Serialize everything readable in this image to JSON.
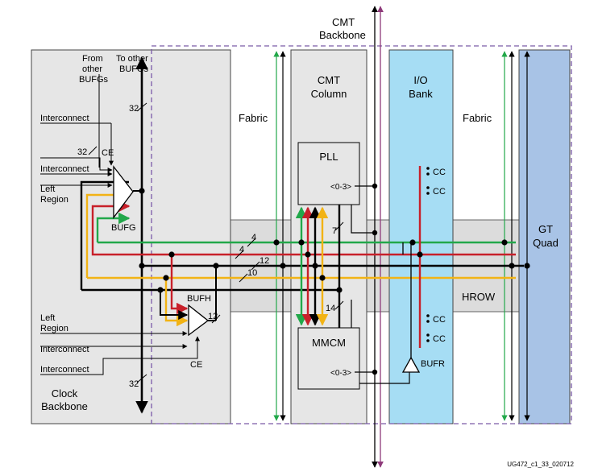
{
  "colors": {
    "panel_gray": "#e6e6e6",
    "panel_stroke": "#444444",
    "io_blue": "#a6ddf4",
    "gt_blue": "#a8c3e6",
    "hrow_gray": "#dcdcdc",
    "dash_purple": "#7a5aa8",
    "green": "#22a84a",
    "red": "#c8202a",
    "yellow": "#f2b315",
    "black": "#000000",
    "backbone_purple": "#8e3a7a"
  },
  "labels": {
    "cmt_backbone_line1": "CMT",
    "cmt_backbone_line2": "Backbone",
    "from_other_bufgs": [
      "From",
      "other",
      "BUFGs"
    ],
    "to_other_bufgs": [
      "To other",
      "BUFGs"
    ],
    "interconnect": "Interconnect",
    "left_region": [
      "Left",
      "Region"
    ],
    "ce": "CE",
    "bufg": "BUFG",
    "bufh": "BUFH",
    "clock_backbone": [
      "Clock",
      "Backbone"
    ],
    "fabric": "Fabric",
    "cmt_column": [
      "CMT",
      "Column"
    ],
    "pll": "PLL",
    "mmcm": "MMCM",
    "range": "<0-3>",
    "io_bank": [
      "I/O",
      "Bank"
    ],
    "cc": "CC",
    "bufr": "BUFR",
    "hrow": "HROW",
    "gt_quad": [
      "GT",
      "Quad"
    ],
    "figure_id": "UG472_c1_33_020712"
  },
  "bus_widths": {
    "bus_32": "32",
    "bus_4": "4",
    "bus_12": "12",
    "bus_10": "10",
    "bus_7": "7",
    "bus_14": "14"
  }
}
